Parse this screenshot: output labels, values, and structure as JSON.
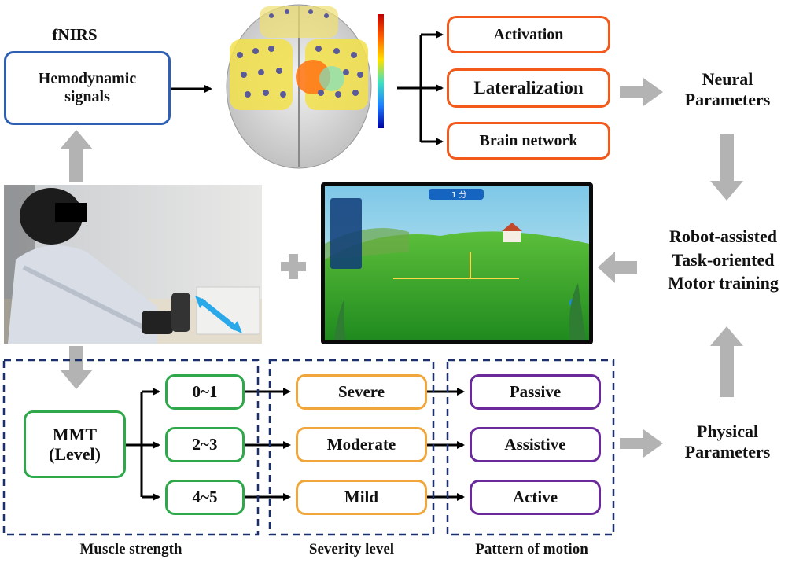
{
  "fnirs": {
    "title": "fNIRS",
    "signals": "Hemodynamic\nsignals"
  },
  "neural": {
    "activation": "Activation",
    "lateralization": "Lateralization",
    "brain_network": "Brain network",
    "label": "Neural\nParameters"
  },
  "training": {
    "label": "Robot-assisted\nTask-oriented\nMotor training"
  },
  "game": {
    "score_text": "1 分"
  },
  "mmt": {
    "label": "MMT\n(Level)",
    "levels": [
      "0~1",
      "2~3",
      "4~5"
    ]
  },
  "severity": [
    "Severe",
    "Moderate",
    "Mild"
  ],
  "motion": [
    "Passive",
    "Assistive",
    "Active"
  ],
  "physical": {
    "label": "Physical\nParameters"
  },
  "sections": {
    "muscle": "Muscle strength",
    "severity": "Severity level",
    "pattern": "Pattern of motion"
  },
  "colors": {
    "blue": "#2f5fb3",
    "orange": "#f2591a",
    "green": "#2ea84a",
    "amber": "#f0a63a",
    "purple": "#6a2a9a",
    "dashed": "#1a2f6b",
    "gray_arrow": "#b3b3b3"
  }
}
